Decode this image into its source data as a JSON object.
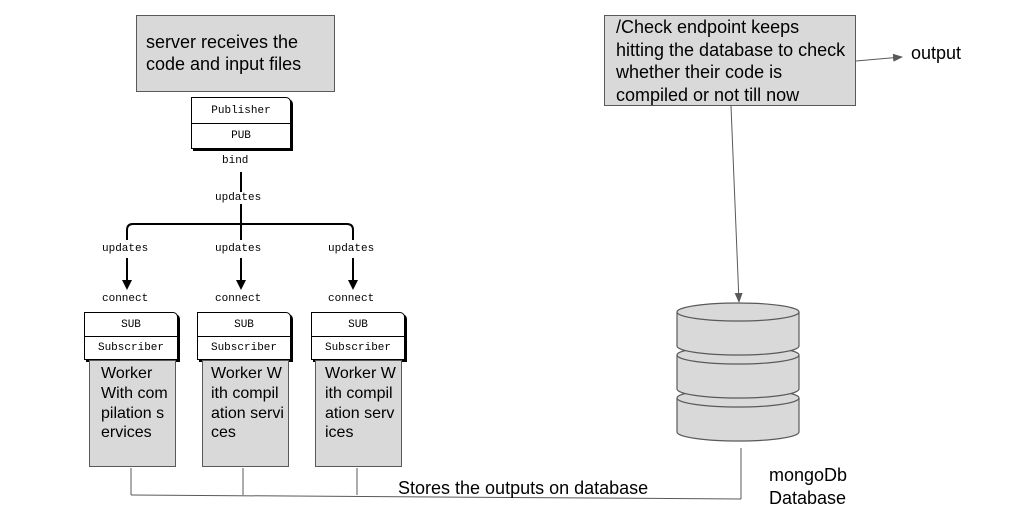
{
  "server_box": {
    "text": "server receives the code and input files"
  },
  "check_box": {
    "text": "/Check endpoint keeps hitting the database to check whether their code is compiled or not till now"
  },
  "output_label": "output",
  "publisher": {
    "title": "Publisher",
    "socket": "PUB",
    "action": "bind"
  },
  "updates_trunk_label": "updates",
  "subscribers": [
    {
      "branch_label": "updates",
      "connect_label": "connect",
      "socket": "SUB",
      "title": "Subscriber",
      "worker_text": "Worker With compilation services"
    },
    {
      "branch_label": "updates",
      "connect_label": "connect",
      "socket": "SUB",
      "title": "Subscriber",
      "worker_text": "Worker With compilation services"
    },
    {
      "branch_label": "updates",
      "connect_label": "connect",
      "socket": "SUB",
      "title": "Subscriber",
      "worker_text": "Worker With compilation services"
    }
  ],
  "database": {
    "name_line1": "mongoDb",
    "name_line2": "Database"
  },
  "stores_label": "Stores the outputs on database"
}
